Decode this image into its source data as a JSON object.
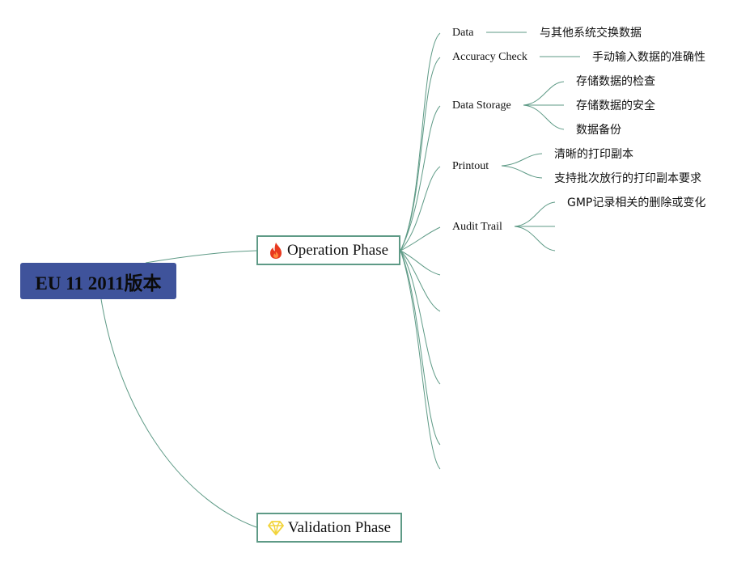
{
  "root": {
    "label": "EU 11 2011版本"
  },
  "branches": {
    "operation": {
      "label": "Operation Phase",
      "icon": "fire-icon"
    },
    "validation": {
      "label": "Validation Phase",
      "icon": "diamond-icon"
    }
  },
  "operation_children": [
    {
      "label": "Data",
      "children": [
        "与其他系统交换数据"
      ]
    },
    {
      "label": "Accuracy Check",
      "children": [
        "手动输入数据的准确性"
      ]
    },
    {
      "label": "Data Storage",
      "children": [
        "存储数据的检查",
        "存储数据的安全",
        "数据备份"
      ]
    },
    {
      "label": "Printout",
      "children": [
        "清晰的打印副本",
        "支持批次放行的打印副本要求"
      ]
    },
    {
      "label": "Audit Trail",
      "children": [
        "GMP记录相关的删除或变化"
      ]
    }
  ],
  "colors": {
    "root_fill": "#3f539b",
    "connector": "#5e9a86",
    "branch_border": "#5e9a86",
    "fire_icon": "#e8391f",
    "diamond_icon": "#f2d43b"
  }
}
